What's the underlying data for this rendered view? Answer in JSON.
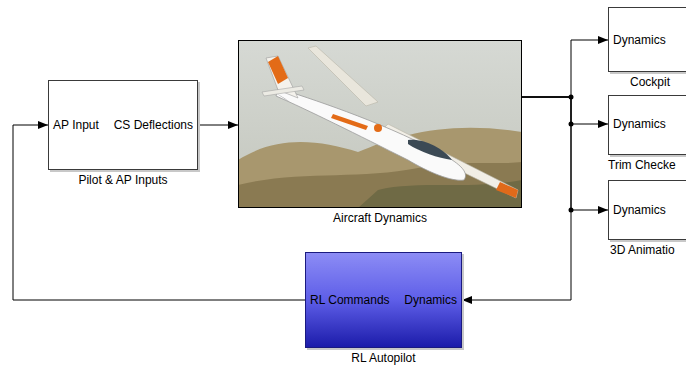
{
  "diagram": {
    "nodes": [
      {
        "text": [
          "AP Input",
          "CS Deflections",
          "Pilot & AP Inputs"
        ]
      },
      {
        "text": [
          "Aircraft Dynamics"
        ]
      },
      {
        "text": [
          "Dynamics",
          "Cockpit"
        ]
      },
      {
        "text": [
          "Dynamics",
          "Trim Checke"
        ]
      },
      {
        "text": [
          "Dynamics",
          "3D Animatio"
        ]
      },
      {
        "text": [
          "RL Commands",
          "Dynamics",
          "RL Autopilot"
        ]
      }
    ],
    "edges": [
      {
        "from": 0,
        "to": 1,
        "arrow": "to"
      },
      {
        "from": 1,
        "to": 2,
        "arrow": "to"
      },
      {
        "from": 1,
        "to": 3,
        "arrow": "to"
      },
      {
        "from": 1,
        "to": 4,
        "arrow": "to"
      },
      {
        "from": 1,
        "to": 5,
        "arrow": "to"
      },
      {
        "from": 5,
        "to": 0,
        "arrow": "to"
      }
    ]
  }
}
